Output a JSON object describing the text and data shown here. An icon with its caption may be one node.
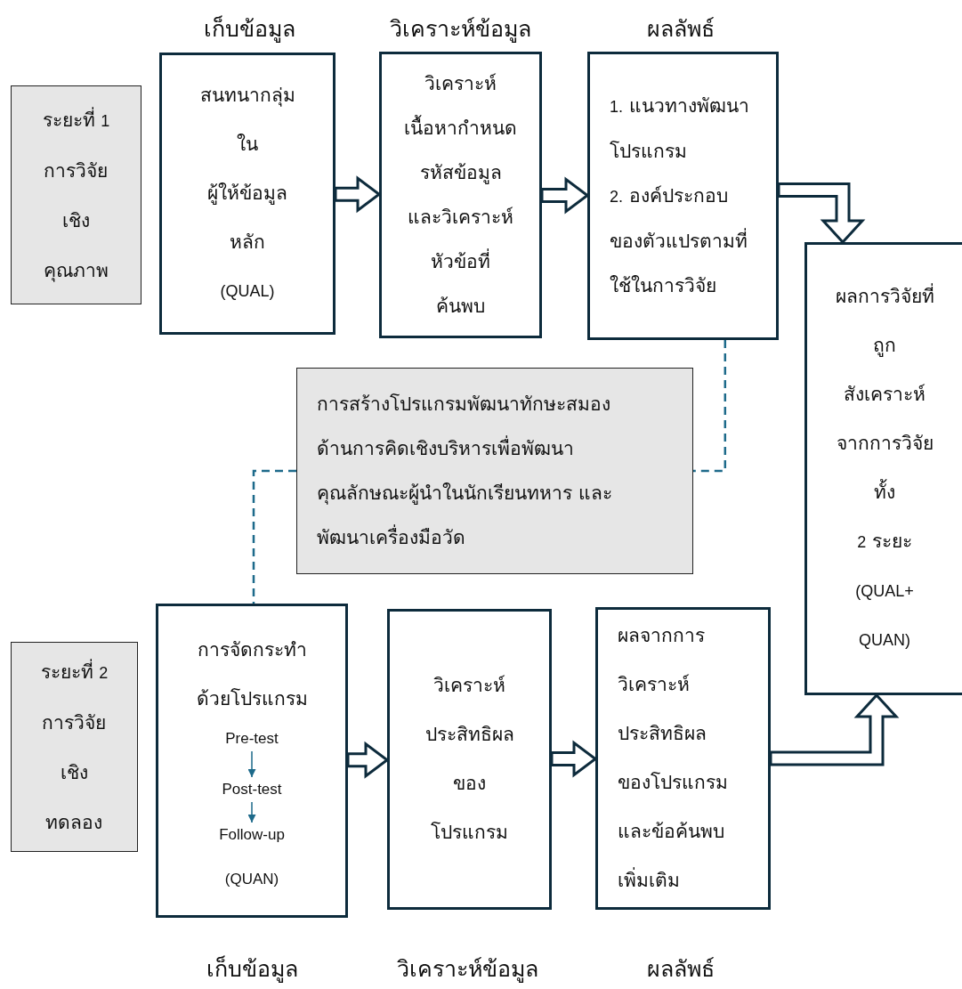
{
  "diagram": {
    "nodes": [
      {
        "text": [
          "ระยะที่ 1 การวิจัย เชิง คุณภาพ"
        ]
      },
      {
        "text": [
          "สนทนากลุ่ม ใน ผู้ให้ข้อมูล หลัก (QUAL)"
        ]
      },
      {
        "text": [
          "วิเคราะห์ เนื้อหากำหนด รหัสข้อมูล และวิเคราะห์ หัวข้อที่ ค้นพบ"
        ]
      },
      {
        "text": [
          "1. แนวทางพัฒนา โปรแกรม",
          "2. องค์ประกอบ ของตัวแปรตามที่ ใช้ในการวิจัย"
        ]
      },
      {
        "text": [
          "การสร้างโปรแกรมพัฒนาทักษะสมอง ด้านการคิดเชิงบริหารเพื่อพัฒนา คุณลักษณะผู้นำในนักเรียนทหาร และ พัฒนาเครื่องมือวัด"
        ]
      },
      {
        "text": [
          "ผลการวิจัยที่ ถูก สังเคราะห์ จากการวิจัย ทั้ง 2 ระยะ (QUAL+ QUAN)"
        ]
      },
      {
        "text": [
          "ระยะที่ 2 การวิจัย เชิง ทดลอง"
        ]
      },
      {
        "text": [
          "การจัดกระทำ ด้วยโปรแกรม",
          "(QUAN)"
        ]
      },
      {
        "text": [
          "Pre-test"
        ],
        "in": 7
      },
      {
        "text": [
          "Post-test"
        ],
        "in": 7
      },
      {
        "text": [
          "Follow-up"
        ],
        "in": 7
      },
      {
        "text": [
          "วิเคราะห์ ประสิทธิผล ของ โปรแกรม"
        ]
      },
      {
        "text": [
          "ผลจากการ วิเคราะห์ ประสิทธิผล ของโปรแกรม และข้อค้นพบ เพิ่มเติม"
        ]
      }
    ],
    "edges": [
      {
        "from": 1,
        "to": 2,
        "arrow": "to"
      },
      {
        "from": 2,
        "to": 3,
        "arrow": "to"
      },
      {
        "from": 3,
        "to": 5,
        "arrow": "to"
      },
      {
        "from": 3,
        "to": 4,
        "arrow": "none",
        "style": "dashed",
        "color": "#1d6a8a"
      },
      {
        "from": 4,
        "to": 7,
        "arrow": "none",
        "style": "dashed",
        "color": "#1d6a8a"
      },
      {
        "from": 8,
        "to": 9,
        "arrow": "to",
        "color": "#1d6a8a"
      },
      {
        "from": 9,
        "to": 10,
        "arrow": "to",
        "color": "#1d6a8a"
      },
      {
        "from": 7,
        "to": 11,
        "arrow": "to"
      },
      {
        "from": 11,
        "to": 12,
        "arrow": "to"
      },
      {
        "from": 12,
        "to": 5,
        "arrow": "to"
      }
    ],
    "labels": [
      "เก็บข้อมูล",
      "วิเคราะห์ข้อมูล",
      "ผลลัพธ์",
      "เก็บข้อมูล",
      "วิเคราะห์ข้อมูล",
      "ผลลัพธ์"
    ]
  }
}
